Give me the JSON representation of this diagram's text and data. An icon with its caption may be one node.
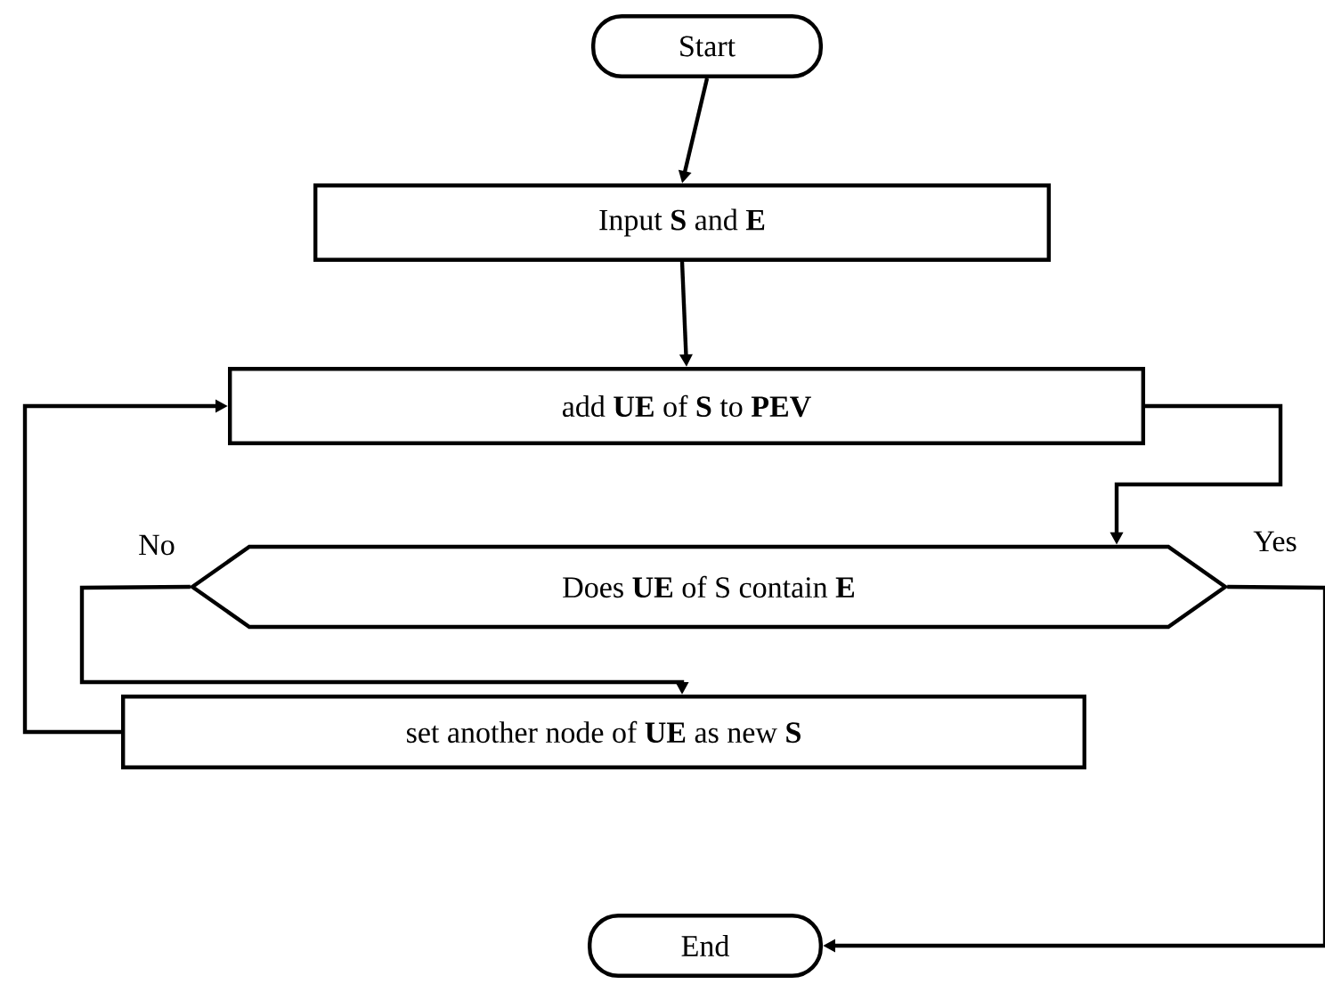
{
  "diagram": {
    "nodes": [
      {
        "text": [
          "Start"
        ]
      },
      {
        "text": [
          "Input **S** and **E**"
        ]
      },
      {
        "text": [
          "add **UE** of **S** to **PEV**"
        ]
      },
      {
        "text": [
          "Does **UE** of S contain **E**"
        ]
      },
      {
        "text": [
          "set another node of **UE** as new **S**"
        ]
      },
      {
        "text": [
          "End"
        ]
      }
    ],
    "edges": [
      {
        "from": 0,
        "to": 1,
        "arrow": "to"
      },
      {
        "from": 1,
        "to": 2,
        "arrow": "to"
      },
      {
        "from": 2,
        "to": 3,
        "arrow": "to"
      },
      {
        "from": 3,
        "to": 4,
        "label": "No",
        "arrow": "to"
      },
      {
        "from": 4,
        "to": 2,
        "arrow": "to"
      },
      {
        "from": 3,
        "to": 5,
        "label": "Yes",
        "arrow": "to"
      }
    ]
  }
}
